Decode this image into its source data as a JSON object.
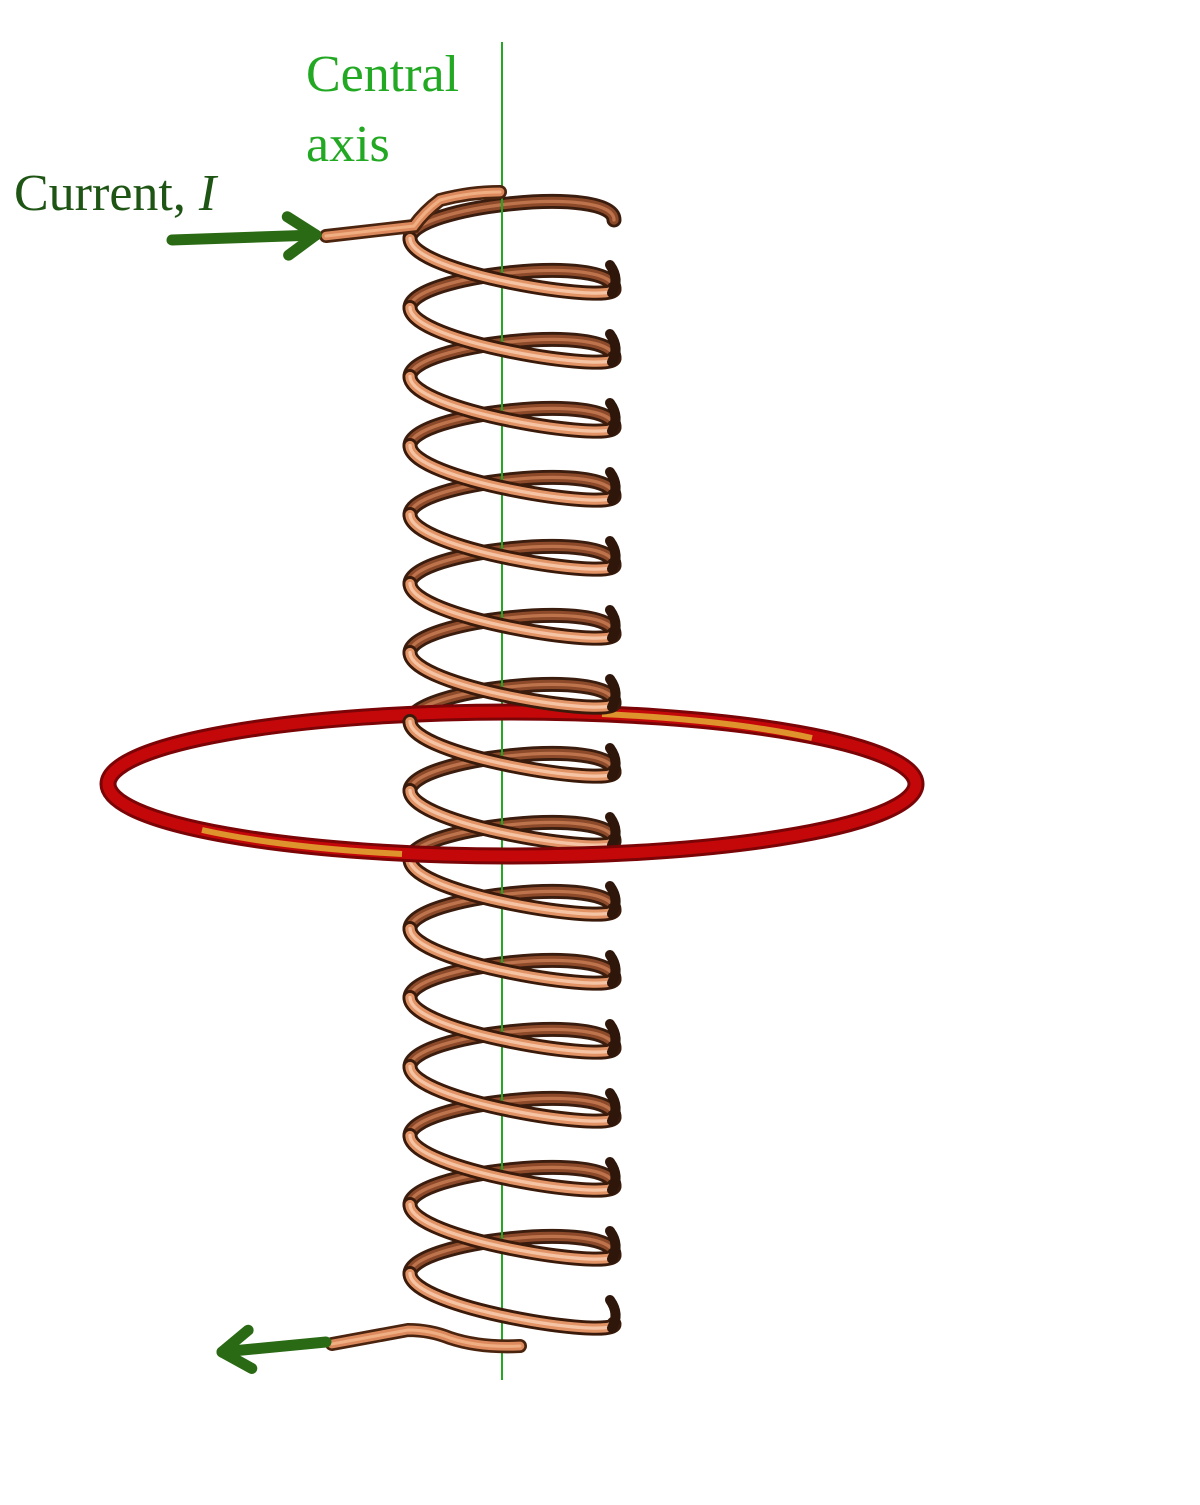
{
  "labels": {
    "axis_line1": "Central",
    "axis_line2": "axis",
    "current_text": "Current, ",
    "current_symbol": "I"
  },
  "colors": {
    "axis": "#22a822",
    "current": "#1f5514",
    "arrow": "#2a6a14",
    "coil_light": "#f3b48a",
    "coil_mid": "#dc8a5d",
    "coil_dark": "#2e160b",
    "loop": "#c4080a",
    "loop_highlight": "#e7c23a"
  },
  "diagram": {
    "coil_turns": 16,
    "current_direction": "in at top, out at bottom",
    "loop_plane": "horizontal, concentric with coil axis"
  }
}
